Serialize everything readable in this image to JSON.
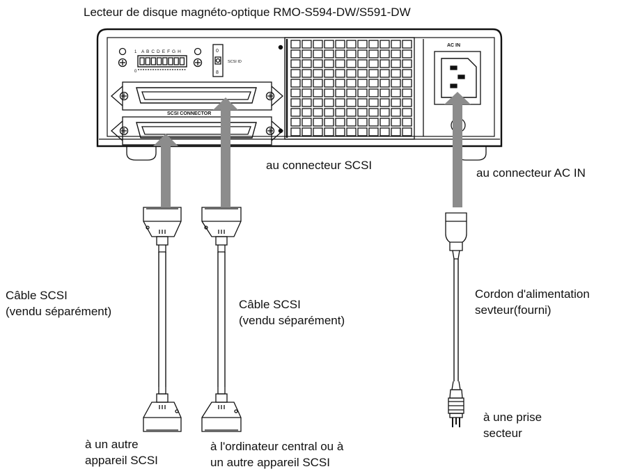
{
  "title": "Lecteur de disque magnéto-optique RMO-S594-DW/S591-DW",
  "device": {
    "panel_switch_letters": "A B C D E F G H",
    "panel_switch_left_index": "1",
    "panel_switch_bottom_index": "0",
    "scsi_id_label": "SCSI ID",
    "scsi_id_digit_top": "0",
    "scsi_id_digit_bottom": "8",
    "scsi_connector_label": "SCSI CONNECTOR",
    "ac_in_label": "AC IN"
  },
  "labels": {
    "to_scsi_connector": "au connecteur SCSI",
    "to_ac_in": "au connecteur AC IN",
    "cable_left": [
      "Câble SCSI",
      "(vendu séparément)"
    ],
    "cable_mid": [
      "Câble SCSI",
      "(vendu séparément)"
    ],
    "power_cord": [
      "Cordon d'alimentation",
      "sevteur(fourni)"
    ],
    "dest_left": [
      "à un autre",
      "appareil SCSI"
    ],
    "dest_mid": [
      "à l'ordinateur central ou à",
      "un autre appareil SCSI"
    ],
    "dest_power": [
      "à une prise",
      "secteur"
    ]
  },
  "colors": {
    "line": "#111111",
    "arrow": "#8c8c8c",
    "background": "#ffffff"
  }
}
